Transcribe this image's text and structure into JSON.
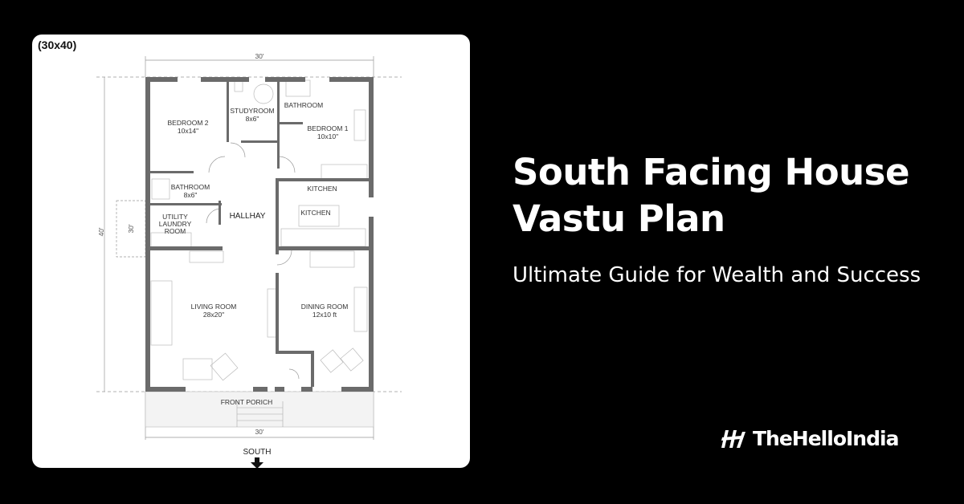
{
  "plan": {
    "tag": "(30x40)",
    "dim_top": "30'",
    "dim_bottom": "30'",
    "dim_left": "40'",
    "dim_left_inner": "30'",
    "direction": "SOUTH",
    "rooms": {
      "bedroom2": {
        "name": "BEDROOM 2",
        "size": "10x14\""
      },
      "study": {
        "name": "STUDYROOM",
        "size": "8x6\""
      },
      "bathroom_top": {
        "name": "BATHROOM"
      },
      "bedroom1": {
        "name": "BEDROOM 1",
        "size": "10x10\""
      },
      "bathroom": {
        "name": "BATHROOM",
        "size": "8x6\""
      },
      "utility": {
        "line1": "UTILITY",
        "line2": "LAUNDRY",
        "line3": "ROOM"
      },
      "hallway": {
        "name": "HALLHAY"
      },
      "kitchen_top": {
        "name": "KITCHEN"
      },
      "kitchen": {
        "name": "KITCHEN"
      },
      "living": {
        "name": "LIVING ROOM",
        "size": "28x20\""
      },
      "dining": {
        "name": "DINING ROOM",
        "size": "12x10 ft"
      },
      "porch": {
        "name": "FRONT PORICH"
      }
    },
    "wall_color": "#6b6b6b"
  },
  "headline": {
    "title": "South Facing House Vastu Plan",
    "subtitle": "Ultimate Guide for Wealth and Success"
  },
  "brand": {
    "name": "TheHelloIndia",
    "icon": "brand-logo-icon"
  }
}
